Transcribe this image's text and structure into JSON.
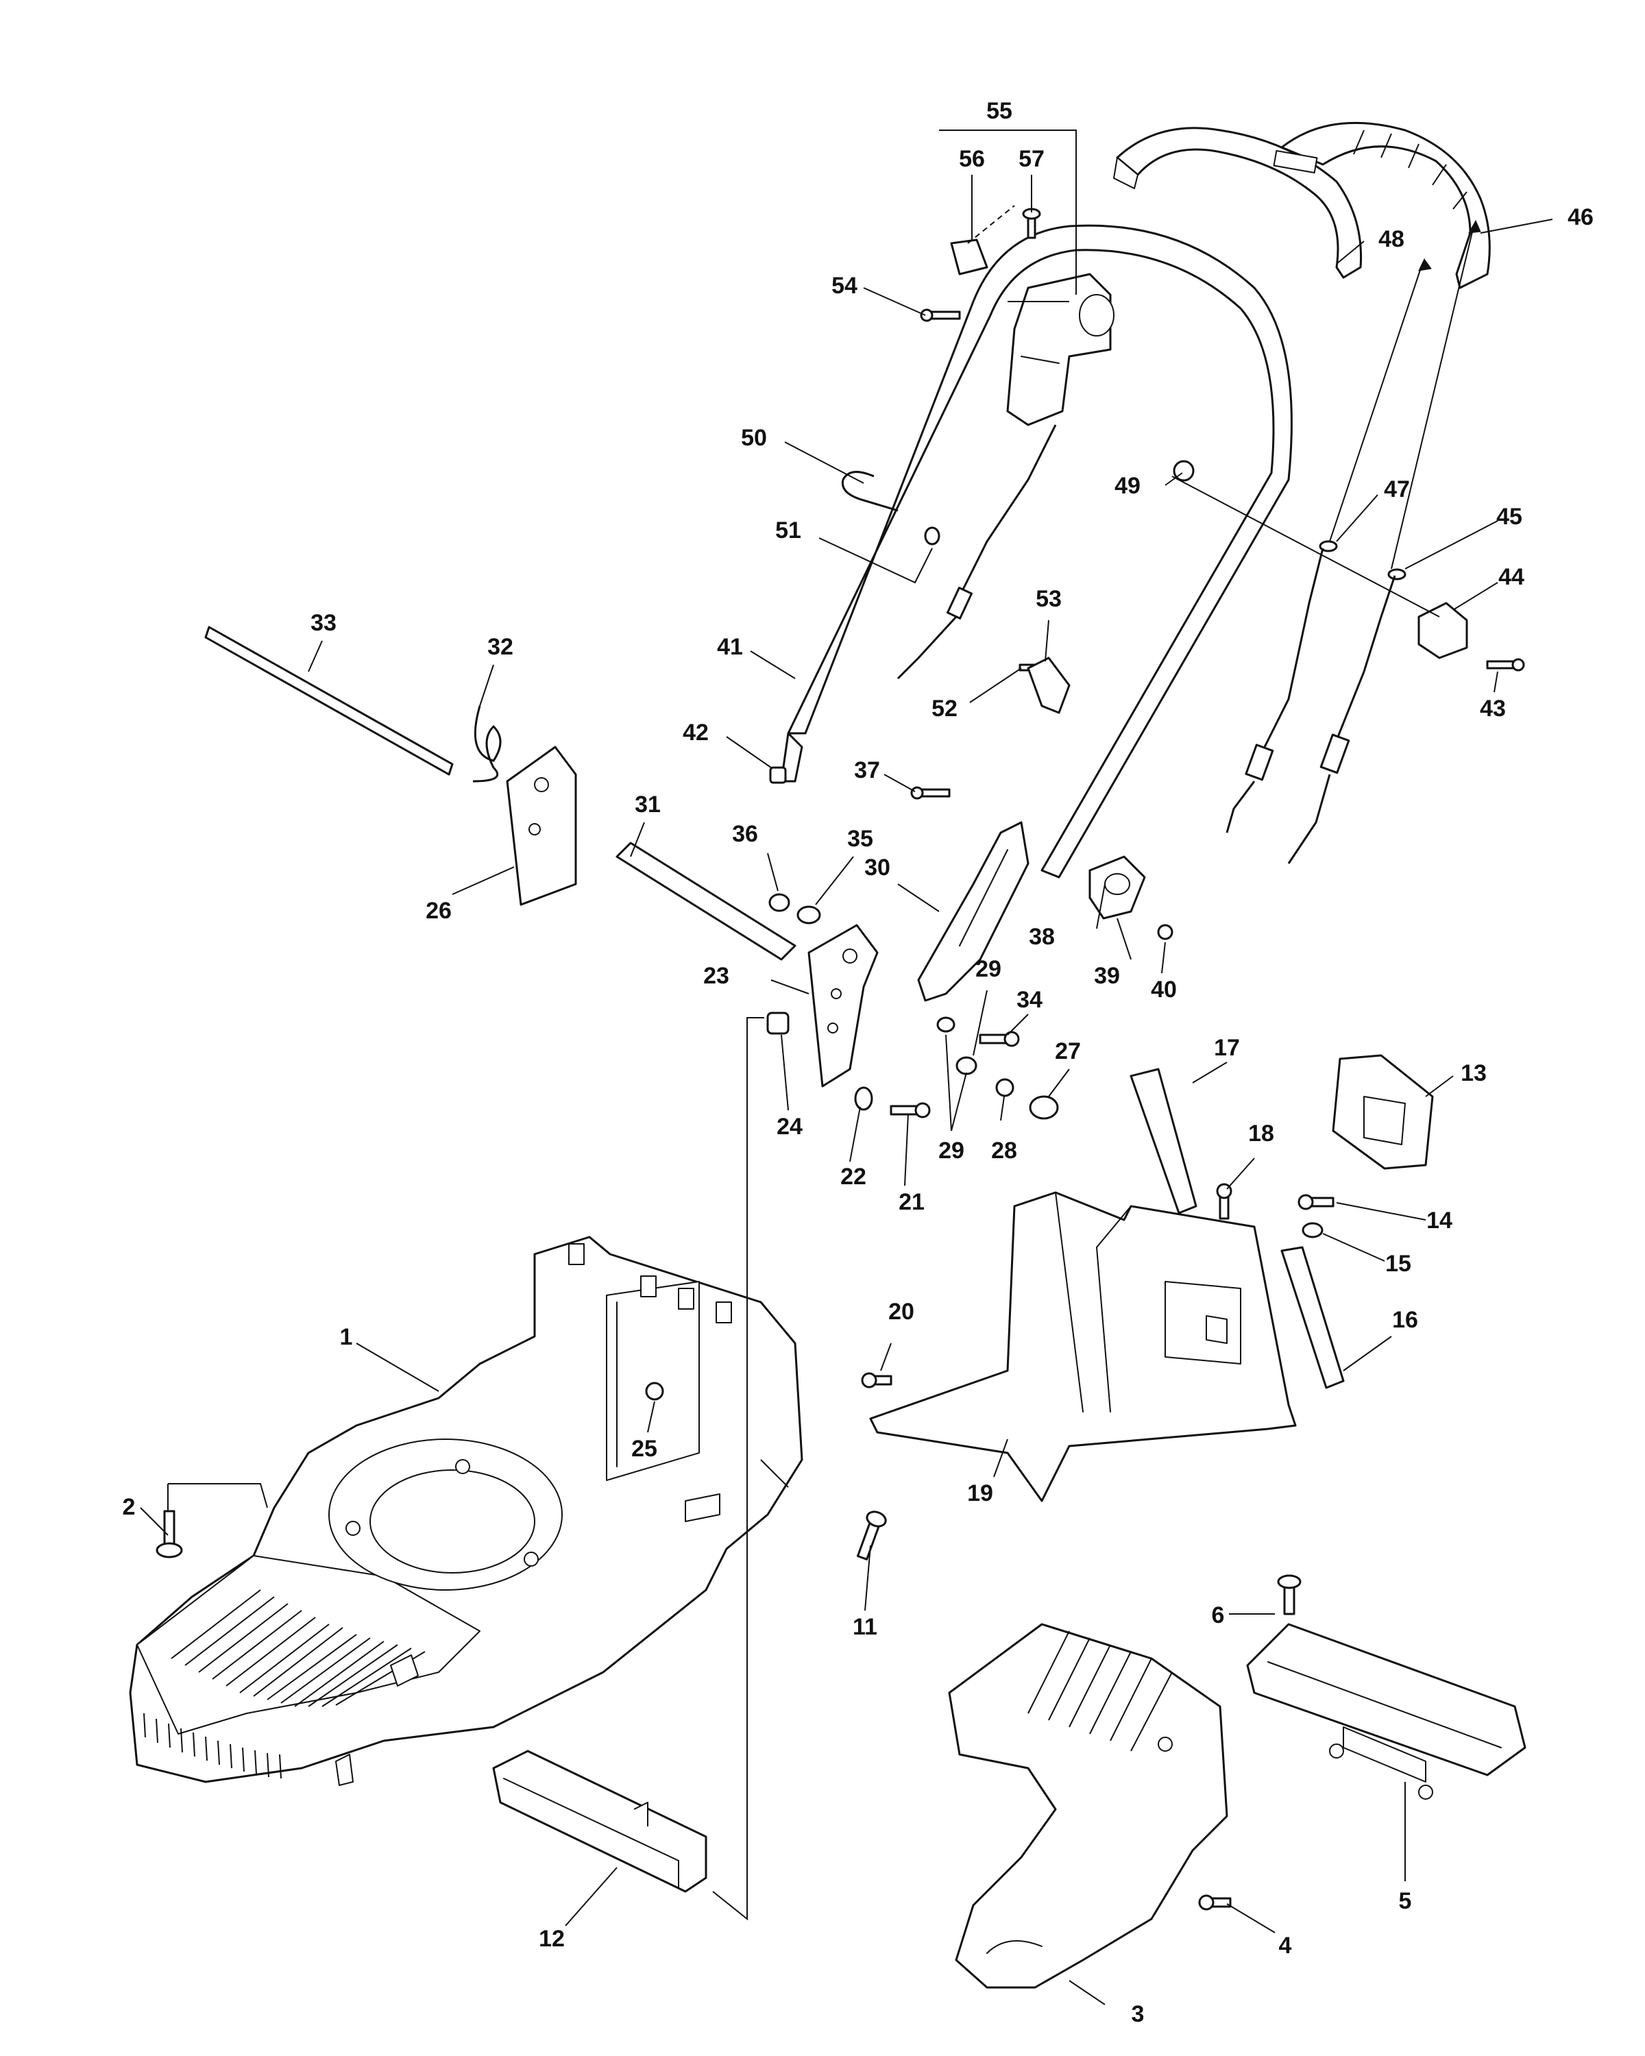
{
  "diagram": {
    "callouts": [
      {
        "id": "c1",
        "text": "1"
      },
      {
        "id": "c2",
        "text": "2"
      },
      {
        "id": "c3",
        "text": "3"
      },
      {
        "id": "c4",
        "text": "4"
      },
      {
        "id": "c5",
        "text": "5"
      },
      {
        "id": "c6",
        "text": "6"
      },
      {
        "id": "c11",
        "text": "11"
      },
      {
        "id": "c12",
        "text": "12"
      },
      {
        "id": "c13",
        "text": "13"
      },
      {
        "id": "c14",
        "text": "14"
      },
      {
        "id": "c15",
        "text": "15"
      },
      {
        "id": "c16",
        "text": "16"
      },
      {
        "id": "c17",
        "text": "17"
      },
      {
        "id": "c18",
        "text": "18"
      },
      {
        "id": "c19",
        "text": "19"
      },
      {
        "id": "c20",
        "text": "20"
      },
      {
        "id": "c21",
        "text": "21"
      },
      {
        "id": "c22",
        "text": "22"
      },
      {
        "id": "c23",
        "text": "23"
      },
      {
        "id": "c24",
        "text": "24"
      },
      {
        "id": "c25",
        "text": "25"
      },
      {
        "id": "c26",
        "text": "26"
      },
      {
        "id": "c27",
        "text": "27"
      },
      {
        "id": "c28",
        "text": "28"
      },
      {
        "id": "c29a",
        "text": "29"
      },
      {
        "id": "c29b",
        "text": "29"
      },
      {
        "id": "c30",
        "text": "30"
      },
      {
        "id": "c31",
        "text": "31"
      },
      {
        "id": "c32",
        "text": "32"
      },
      {
        "id": "c33",
        "text": "33"
      },
      {
        "id": "c34",
        "text": "34"
      },
      {
        "id": "c35",
        "text": "35"
      },
      {
        "id": "c36",
        "text": "36"
      },
      {
        "id": "c37",
        "text": "37"
      },
      {
        "id": "c38",
        "text": "38"
      },
      {
        "id": "c39",
        "text": "39"
      },
      {
        "id": "c40",
        "text": "40"
      },
      {
        "id": "c41",
        "text": "41"
      },
      {
        "id": "c42",
        "text": "42"
      },
      {
        "id": "c43",
        "text": "43"
      },
      {
        "id": "c44",
        "text": "44"
      },
      {
        "id": "c45",
        "text": "45"
      },
      {
        "id": "c46",
        "text": "46"
      },
      {
        "id": "c47",
        "text": "47"
      },
      {
        "id": "c48",
        "text": "48"
      },
      {
        "id": "c49",
        "text": "49"
      },
      {
        "id": "c50",
        "text": "50"
      },
      {
        "id": "c51",
        "text": "51"
      },
      {
        "id": "c52",
        "text": "52"
      },
      {
        "id": "c53",
        "text": "53"
      },
      {
        "id": "c54",
        "text": "54"
      },
      {
        "id": "c55",
        "text": "55"
      },
      {
        "id": "c56",
        "text": "56"
      },
      {
        "id": "c57",
        "text": "57"
      }
    ]
  }
}
